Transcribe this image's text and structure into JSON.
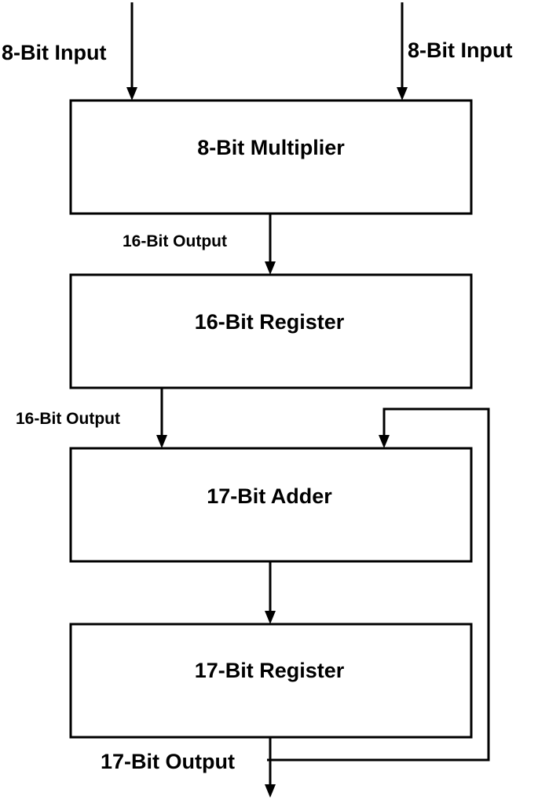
{
  "inputs": {
    "left_label": "8-Bit Input",
    "right_label": "8-Bit Input"
  },
  "blocks": {
    "multiplier": "8-Bit Multiplier",
    "register16": "16-Bit Register",
    "adder": "17-Bit Adder",
    "register17": "17-Bit Register"
  },
  "signals": {
    "multiplier_output": "16-Bit Output",
    "register16_output": "16-Bit Output",
    "final_output": "17-Bit Output"
  },
  "colors": {
    "stroke": "#000000",
    "background": "#ffffff"
  }
}
